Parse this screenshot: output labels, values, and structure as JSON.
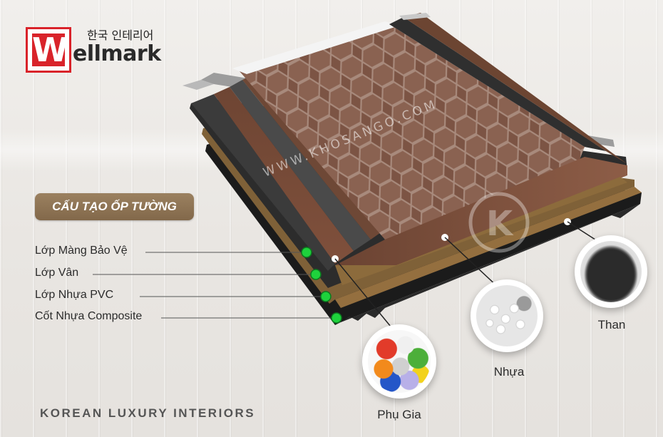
{
  "brand": {
    "korean": "한국 인테리어",
    "letter": "W",
    "word": "ellmark",
    "watermark": "WWW.KHOSANGO.COM"
  },
  "title": "CẤU TẠO ỐP TƯỜNG",
  "layers": [
    {
      "label": "Lớp Màng Bảo Vệ"
    },
    {
      "label": "Lớp Vân"
    },
    {
      "label": "Lớp Nhựa PVC"
    },
    {
      "label": "Cốt Nhựa Composite"
    }
  ],
  "materials": [
    {
      "label": "Phụ Gia"
    },
    {
      "label": "Nhựa"
    },
    {
      "label": "Than"
    }
  ],
  "footer": "KOREAN LUXURY INTERIORS",
  "colors": {
    "brand_red": "#d9232a",
    "pill_brown": "#8f7454",
    "marker_green": "#1ed23c",
    "wood": "#7a4f3c",
    "core_black": "#1e1e1e",
    "pvc_tan": "#8a6b3f"
  }
}
